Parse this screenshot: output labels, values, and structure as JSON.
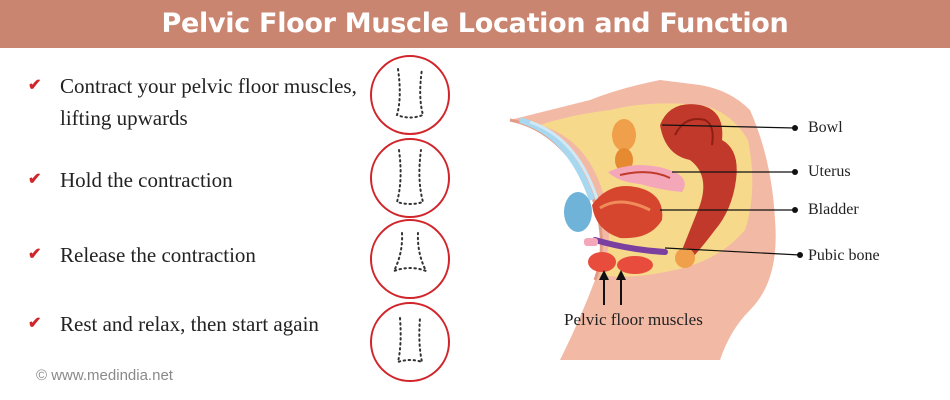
{
  "header": {
    "title": "Pelvic Floor Muscle Location and Function"
  },
  "steps": [
    {
      "text": "Contract your pelvic floor muscles, lifting upwards",
      "icon": "checkmark-icon"
    },
    {
      "text": "Hold the contraction",
      "icon": "checkmark-icon"
    },
    {
      "text": "Release the contraction",
      "icon": "checkmark-icon"
    },
    {
      "text": "Rest and relax, then start again",
      "icon": "checkmark-icon"
    }
  ],
  "anatomy": {
    "labels": {
      "bowl": "Bowl",
      "uterus": "Uterus",
      "bladder": "Bladder",
      "pubic_bone": "Pubic bone",
      "pelvic_floor_muscles": "Pelvic floor muscles"
    }
  },
  "footer": {
    "copyright": "©  www.medindia.net"
  },
  "colors": {
    "header": "#c98570",
    "accent_red": "#d0252a",
    "bowel": "#c0392b",
    "bladder": "#6fb3d9",
    "pubic_bone": "#7b3fa0"
  }
}
